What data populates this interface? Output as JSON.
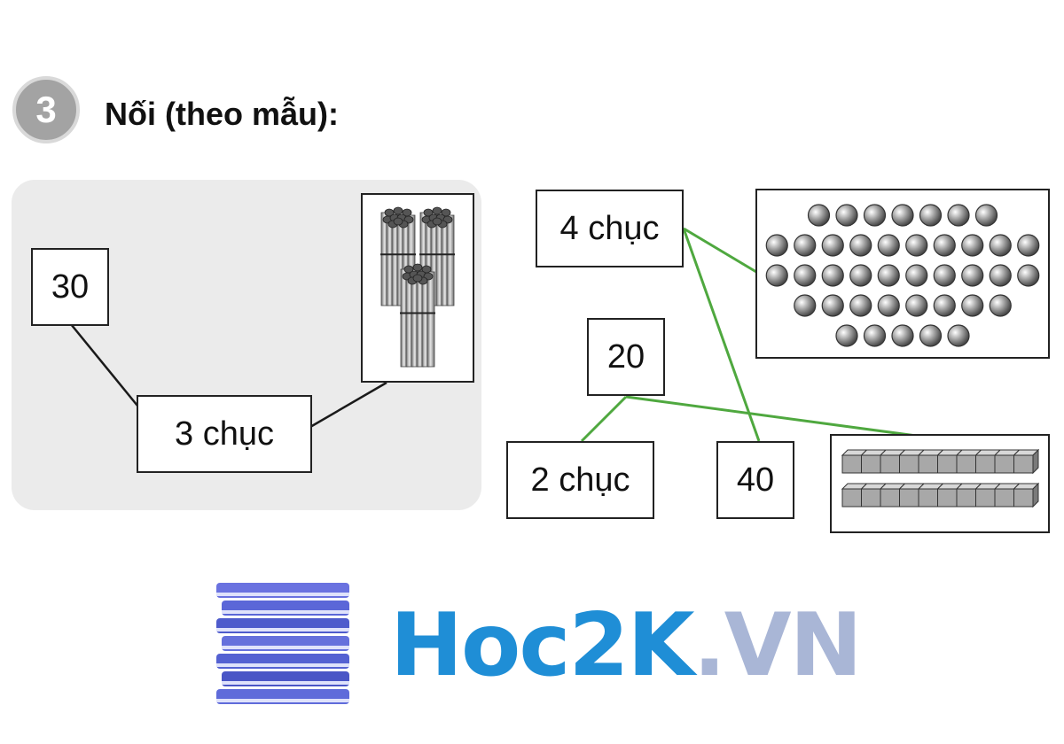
{
  "exercise": {
    "number": "3",
    "title": "Nối (theo mẫu):"
  },
  "example": {
    "number_box": "30",
    "tens_box": "3 chục",
    "picture": "3 bundles of 10 sticks"
  },
  "task": {
    "boxes": {
      "four_tens": "4 chục",
      "twenty": "20",
      "two_tens": "2 chục",
      "forty": "40"
    },
    "pictures": [
      "40 marbles",
      "2 rows of 10 cubes"
    ]
  },
  "logo": {
    "brand_main": "Hoc2K",
    "brand_tail": ".VN"
  },
  "colors": {
    "example_line": "#1a1a1a",
    "answer_line": "#4fa83f",
    "brand_blue": "#1f8ed6",
    "brand_light": "#a9b6d6",
    "book_blue": "#5b67d8"
  }
}
